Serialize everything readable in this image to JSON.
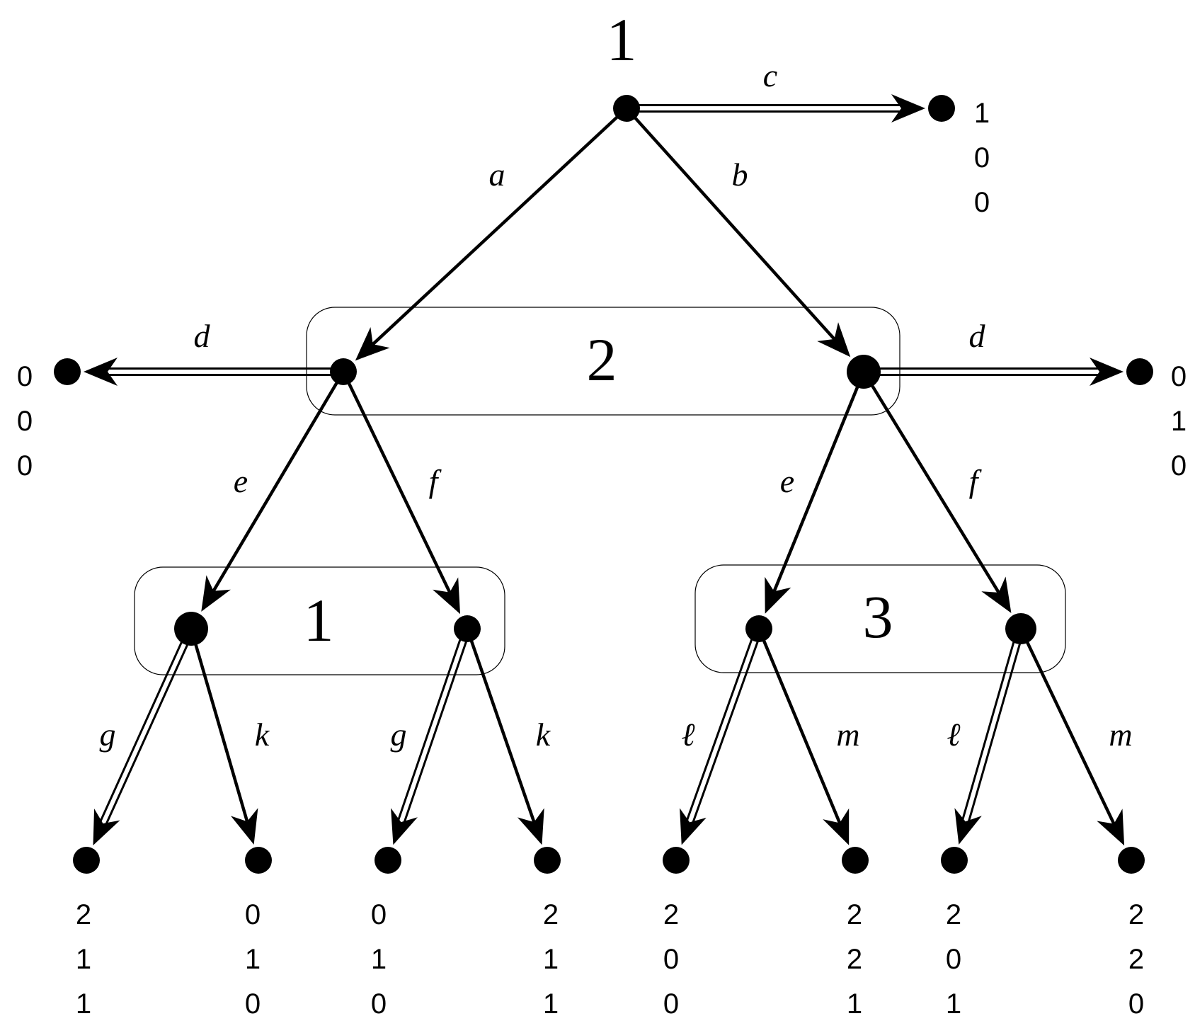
{
  "players": {
    "root": "1",
    "info_set_2": "2",
    "info_set_1": "1",
    "info_set_3": "3"
  },
  "moves": {
    "c": "c",
    "a": "a",
    "b": "b",
    "d_left": "d",
    "d_right": "d",
    "e_left": "e",
    "f_left": "f",
    "e_right": "e",
    "f_right": "f",
    "g1": "g",
    "k1": "k",
    "g2": "g",
    "k2": "k",
    "l1": "ℓ",
    "m1": "m",
    "l2": "ℓ",
    "m2": "m"
  },
  "payoffs": {
    "c": [
      "1",
      "0",
      "0"
    ],
    "dl": [
      "0",
      "0",
      "0"
    ],
    "dr": [
      "0",
      "1",
      "0"
    ],
    "t1": [
      "2",
      "1",
      "1"
    ],
    "t2": [
      "0",
      "1",
      "0"
    ],
    "t3": [
      "0",
      "1",
      "0"
    ],
    "t4": [
      "2",
      "1",
      "1"
    ],
    "t5": [
      "2",
      "0",
      "0"
    ],
    "t6": [
      "2",
      "2",
      "1"
    ],
    "t7": [
      "2",
      "0",
      "1"
    ],
    "t8": [
      "2",
      "2",
      "0"
    ]
  }
}
